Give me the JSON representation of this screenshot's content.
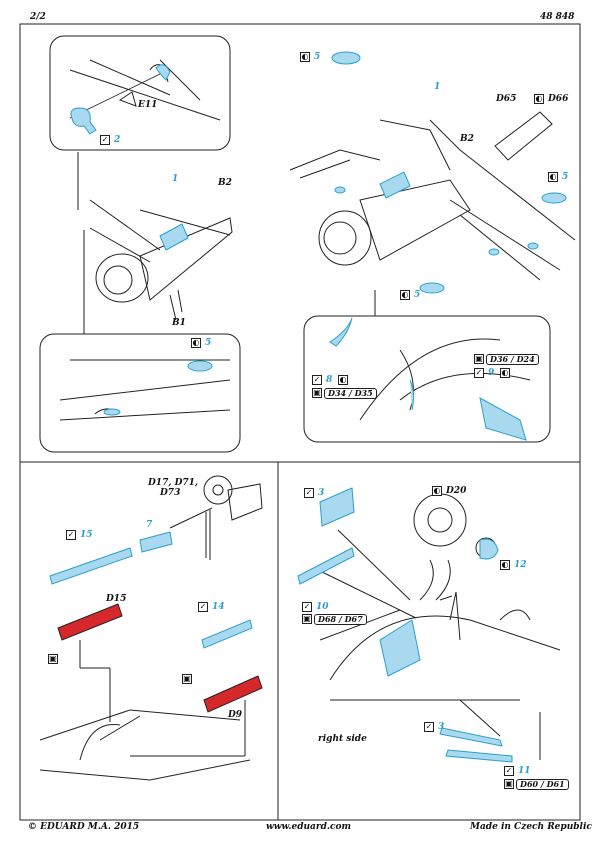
{
  "header": {
    "page": "2/2",
    "code": "48 848"
  },
  "footer": {
    "copyright": "© EDUARD  M.A. 2015",
    "website": "www.eduard.com",
    "origin": "Made in Czech Republic"
  },
  "labels": {
    "e11": "E11",
    "b2_a": "B2",
    "b1": "B1",
    "b2_b": "B2",
    "d65": "D65",
    "d66": "D66",
    "d17": "D17, D71,",
    "d73": "D73",
    "d15": "D15",
    "d9": "D9",
    "d20": "D20",
    "right_side": "right side"
  },
  "parts": {
    "p2": "2",
    "p1a": "1",
    "p5a": "5",
    "p1b": "1",
    "p5b": "5",
    "p5c": "5",
    "p5d": "5",
    "p8": "8",
    "p9": "9",
    "p15": "15",
    "p7": "7",
    "p14": "14",
    "p3a": "3",
    "p10": "10",
    "p12": "12",
    "p3b": "3",
    "p11": "11"
  },
  "refs": {
    "d36": "D36 / D24",
    "d34": "D34 / D35",
    "d68": "D68 / D67",
    "d60": "D60 / D61"
  },
  "icons": {
    "check": "✓",
    "paint": "◐",
    "glue": "▣"
  },
  "colors": {
    "pe_blue": "#a9d9ef",
    "outline_blue": "#2a9fcf",
    "red": "#d6282b"
  }
}
